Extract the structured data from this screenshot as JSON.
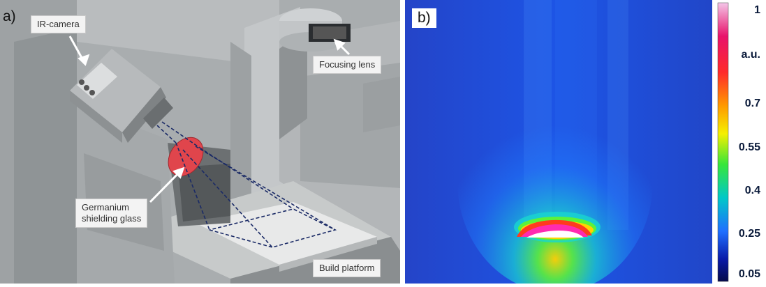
{
  "panel_a": {
    "label": "a)",
    "callouts": {
      "ir_camera": "IR-camera",
      "focusing_lens": "Focusing lens",
      "germanium_line1": "Germanium",
      "germanium_line2": "shielding glass",
      "build_platform": "Build platform"
    }
  },
  "panel_b": {
    "label": "b)",
    "colorbar": {
      "ticks": [
        "1",
        "a.u.",
        "0.7",
        "0.55",
        "0.4",
        "0.25",
        "0.05"
      ],
      "colors": [
        "#f4c6e8",
        "#e8136b",
        "#ff2a2a",
        "#ff9a00",
        "#f5f000",
        "#37e63a",
        "#00c8c8",
        "#1f6fff",
        "#0a1aa8",
        "#050a4a"
      ]
    },
    "thermal": {
      "background_color": "#1d3fd0",
      "hotspot_colors": [
        "#ffffff",
        "#ff2bb0",
        "#ff3b1e",
        "#ffd400",
        "#5cf23a",
        "#19d6d0"
      ]
    }
  }
}
